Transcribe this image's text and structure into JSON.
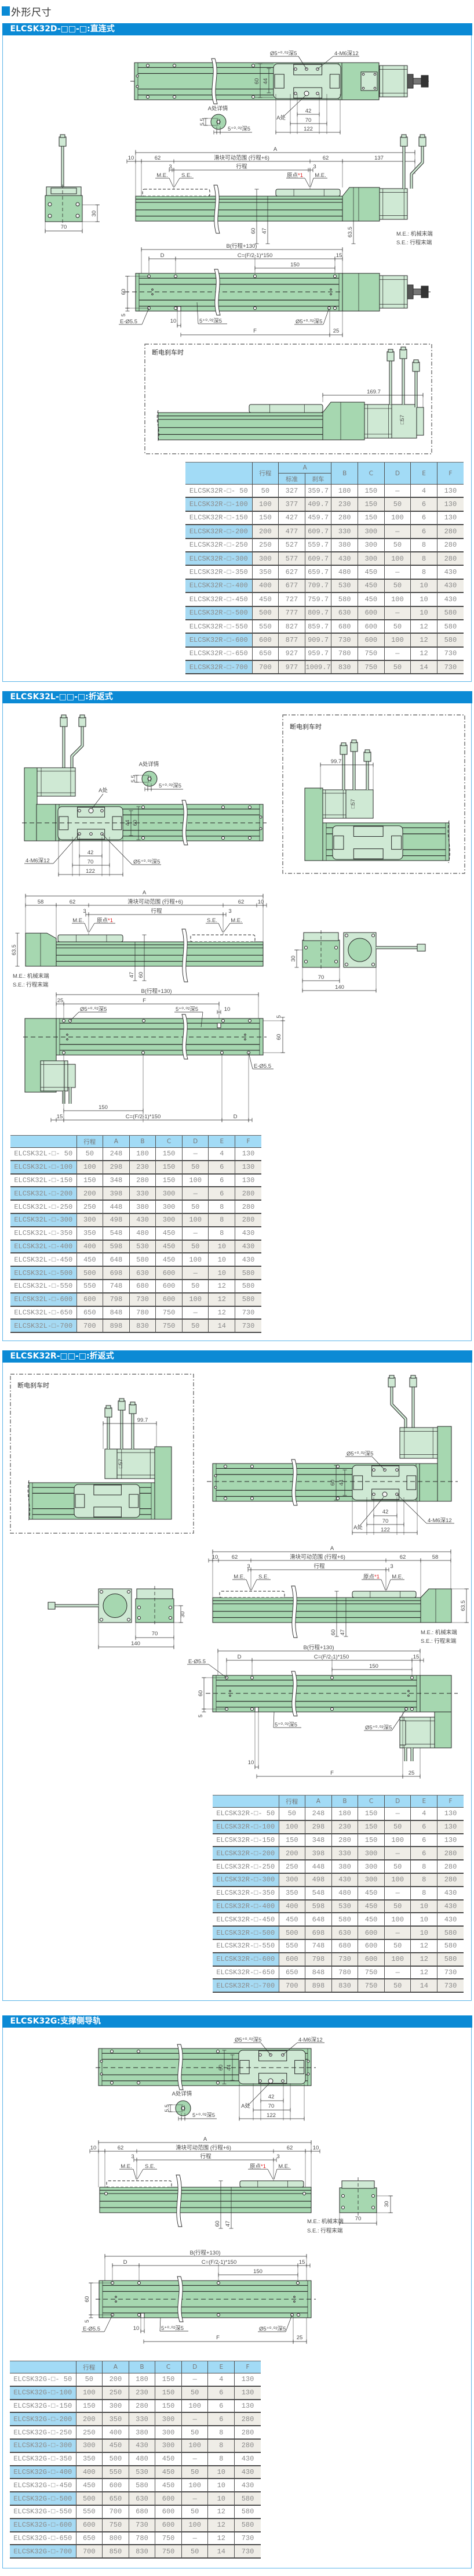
{
  "page": {
    "title": "外形尺寸"
  },
  "labels": {
    "brake_title": "断电刹车时",
    "a_detail": "A处详情",
    "a_point": "A处",
    "pin_hole": "Ø5⁺⁰·⁰²深5",
    "slot": "5⁺⁰·⁰²深5",
    "tapped": "4-M6深12",
    "e_holes": "E-Ø5.5",
    "a": "A",
    "b": "B(行程+130)",
    "c": "C=(F/2-1)*150",
    "d": "D",
    "f": "F",
    "range": "滑块可动范围 (行程+6)",
    "stroke": "行程",
    "me": "M.E.",
    "se": "S.E.",
    "origin": "原点",
    "origin_note": "*1",
    "legend_me": "M.E.: 机械末端",
    "legend_se": "S.E.: 行程末端",
    "flange": "□57"
  },
  "dims": {
    "d3": "3",
    "d5": "5",
    "d5_5": "5.5",
    "d10": "10",
    "d15": "15",
    "d25": "25",
    "d30": "30",
    "d42": "42",
    "d44": "44",
    "d47": "47",
    "d58": "58",
    "d60": "60",
    "d62": "62",
    "d63_5": "63.5",
    "d70": "70",
    "d99_7": "99.7",
    "d122": "122",
    "d137": "137",
    "d140": "140",
    "d150": "150",
    "d169_7": "169.7"
  },
  "sections": [
    {
      "title": "ELCSK32D-□□-□:直连式",
      "table": {
        "columns": [
          "",
          "行程",
          "A",
          "B",
          "C",
          "D",
          "E",
          "F"
        ],
        "a_sub": [
          "标准",
          "刹车"
        ],
        "rows": [
          [
            "ELCSK32R-□- 50",
            "50",
            "327",
            "359.7",
            "180",
            "150",
            "—",
            "4",
            "130"
          ],
          [
            "ELCSK32R-□-100",
            "100",
            "377",
            "409.7",
            "230",
            "150",
            "50",
            "6",
            "130"
          ],
          [
            "ELCSK32R-□-150",
            "150",
            "427",
            "459.7",
            "280",
            "150",
            "100",
            "6",
            "130"
          ],
          [
            "ELCSK32R-□-200",
            "200",
            "477",
            "609.7",
            "330",
            "300",
            "—",
            "6",
            "280"
          ],
          [
            "ELCSK32R-□-250",
            "250",
            "527",
            "559.7",
            "380",
            "300",
            "50",
            "8",
            "280"
          ],
          [
            "ELCSK32R-□-300",
            "300",
            "577",
            "609.7",
            "430",
            "300",
            "100",
            "8",
            "280"
          ],
          [
            "ELCSK32R-□-350",
            "350",
            "627",
            "659.7",
            "480",
            "450",
            "—",
            "8",
            "430"
          ],
          [
            "ELCSK32R-□-400",
            "400",
            "677",
            "709.7",
            "530",
            "450",
            "50",
            "10",
            "430"
          ],
          [
            "ELCSK32R-□-450",
            "450",
            "727",
            "759.7",
            "580",
            "450",
            "100",
            "10",
            "430"
          ],
          [
            "ELCSK32R-□-500",
            "500",
            "777",
            "809.7",
            "630",
            "600",
            "—",
            "10",
            "580"
          ],
          [
            "ELCSK32R-□-550",
            "550",
            "827",
            "859.7",
            "680",
            "600",
            "50",
            "12",
            "580"
          ],
          [
            "ELCSK32R-□-600",
            "600",
            "877",
            "909.7",
            "730",
            "600",
            "100",
            "12",
            "580"
          ],
          [
            "ELCSK32R-□-650",
            "650",
            "927",
            "959.7",
            "780",
            "750",
            "—",
            "12",
            "730"
          ],
          [
            "ELCSK32R-□-700",
            "700",
            "977",
            "1009.7",
            "830",
            "750",
            "50",
            "14",
            "730"
          ]
        ]
      }
    },
    {
      "title": "ELCSK32L-□□-□:折返式",
      "table": {
        "columns": [
          "",
          "行程",
          "A",
          "B",
          "C",
          "D",
          "E",
          "F"
        ],
        "rows": [
          [
            "ELCSK32L-□- 50",
            "50",
            "248",
            "180",
            "150",
            "—",
            "4",
            "130"
          ],
          [
            "ELCSK32L-□-100",
            "100",
            "298",
            "230",
            "150",
            "50",
            "6",
            "130"
          ],
          [
            "ELCSK32L-□-150",
            "150",
            "348",
            "280",
            "150",
            "100",
            "6",
            "130"
          ],
          [
            "ELCSK32L-□-200",
            "200",
            "398",
            "330",
            "300",
            "—",
            "6",
            "280"
          ],
          [
            "ELCSK32L-□-250",
            "250",
            "448",
            "380",
            "300",
            "50",
            "8",
            "280"
          ],
          [
            "ELCSK32L-□-300",
            "300",
            "498",
            "430",
            "300",
            "100",
            "8",
            "280"
          ],
          [
            "ELCSK32L-□-350",
            "350",
            "548",
            "480",
            "450",
            "—",
            "8",
            "430"
          ],
          [
            "ELCSK32L-□-400",
            "400",
            "598",
            "530",
            "450",
            "50",
            "10",
            "430"
          ],
          [
            "ELCSK32L-□-450",
            "450",
            "648",
            "580",
            "450",
            "100",
            "10",
            "430"
          ],
          [
            "ELCSK32L-□-500",
            "500",
            "698",
            "630",
            "600",
            "—",
            "10",
            "580"
          ],
          [
            "ELCSK32L-□-550",
            "550",
            "748",
            "680",
            "600",
            "50",
            "12",
            "580"
          ],
          [
            "ELCSK32L-□-600",
            "600",
            "798",
            "730",
            "600",
            "100",
            "12",
            "580"
          ],
          [
            "ELCSK32L-□-650",
            "650",
            "848",
            "780",
            "750",
            "—",
            "12",
            "730"
          ],
          [
            "ELCSK32L-□-700",
            "700",
            "898",
            "830",
            "750",
            "50",
            "14",
            "730"
          ]
        ]
      }
    },
    {
      "title": "ELCSK32R-□□-□:折返式",
      "table": {
        "columns": [
          "",
          "行程",
          "A",
          "B",
          "C",
          "D",
          "E",
          "F"
        ],
        "rows": [
          [
            "ELCSK32R-□- 50",
            "50",
            "248",
            "180",
            "150",
            "—",
            "4",
            "130"
          ],
          [
            "ELCSK32R-□-100",
            "100",
            "298",
            "230",
            "150",
            "50",
            "6",
            "130"
          ],
          [
            "ELCSK32R-□-150",
            "150",
            "348",
            "280",
            "150",
            "100",
            "6",
            "130"
          ],
          [
            "ELCSK32R-□-200",
            "200",
            "398",
            "330",
            "300",
            "—",
            "6",
            "280"
          ],
          [
            "ELCSK32R-□-250",
            "250",
            "448",
            "380",
            "300",
            "50",
            "8",
            "280"
          ],
          [
            "ELCSK32R-□-300",
            "300",
            "498",
            "430",
            "300",
            "100",
            "8",
            "280"
          ],
          [
            "ELCSK32R-□-350",
            "350",
            "548",
            "480",
            "450",
            "—",
            "8",
            "430"
          ],
          [
            "ELCSK32R-□-400",
            "400",
            "598",
            "530",
            "450",
            "50",
            "10",
            "430"
          ],
          [
            "ELCSK32R-□-450",
            "450",
            "648",
            "580",
            "450",
            "100",
            "10",
            "430"
          ],
          [
            "ELCSK32R-□-500",
            "500",
            "698",
            "630",
            "600",
            "—",
            "10",
            "580"
          ],
          [
            "ELCSK32R-□-550",
            "550",
            "748",
            "680",
            "600",
            "50",
            "12",
            "580"
          ],
          [
            "ELCSK32R-□-600",
            "600",
            "798",
            "730",
            "600",
            "100",
            "12",
            "580"
          ],
          [
            "ELCSK32R-□-650",
            "650",
            "848",
            "780",
            "750",
            "—",
            "12",
            "730"
          ],
          [
            "ELCSK32R-□-700",
            "700",
            "898",
            "830",
            "750",
            "50",
            "14",
            "730"
          ]
        ]
      }
    },
    {
      "title": "ELCSK32G:支撑侧导轨",
      "table": {
        "columns": [
          "",
          "行程",
          "A",
          "B",
          "C",
          "D",
          "E",
          "F"
        ],
        "rows": [
          [
            "ELCSK32G-□- 50",
            "50",
            "200",
            "180",
            "150",
            "—",
            "4",
            "130"
          ],
          [
            "ELCSK32G-□-100",
            "100",
            "250",
            "230",
            "150",
            "50",
            "6",
            "130"
          ],
          [
            "ELCSK32G-□-150",
            "150",
            "300",
            "280",
            "150",
            "100",
            "6",
            "130"
          ],
          [
            "ELCSK32G-□-200",
            "200",
            "350",
            "330",
            "300",
            "—",
            "6",
            "280"
          ],
          [
            "ELCSK32G-□-250",
            "250",
            "400",
            "380",
            "300",
            "50",
            "8",
            "280"
          ],
          [
            "ELCSK32G-□-300",
            "300",
            "450",
            "430",
            "300",
            "100",
            "8",
            "280"
          ],
          [
            "ELCSK32G-□-350",
            "350",
            "500",
            "480",
            "450",
            "—",
            "8",
            "430"
          ],
          [
            "ELCSK32G-□-400",
            "400",
            "550",
            "530",
            "450",
            "50",
            "10",
            "430"
          ],
          [
            "ELCSK32G-□-450",
            "450",
            "600",
            "580",
            "450",
            "100",
            "10",
            "430"
          ],
          [
            "ELCSK32G-□-500",
            "500",
            "650",
            "630",
            "600",
            "—",
            "10",
            "580"
          ],
          [
            "ELCSK32G-□-550",
            "550",
            "700",
            "680",
            "600",
            "50",
            "12",
            "580"
          ],
          [
            "ELCSK32G-□-600",
            "600",
            "750",
            "730",
            "600",
            "100",
            "12",
            "580"
          ],
          [
            "ELCSK32G-□-650",
            "650",
            "800",
            "780",
            "750",
            "—",
            "12",
            "730"
          ],
          [
            "ELCSK32G-□-700",
            "700",
            "850",
            "830",
            "750",
            "50",
            "14",
            "730"
          ]
        ]
      }
    }
  ]
}
